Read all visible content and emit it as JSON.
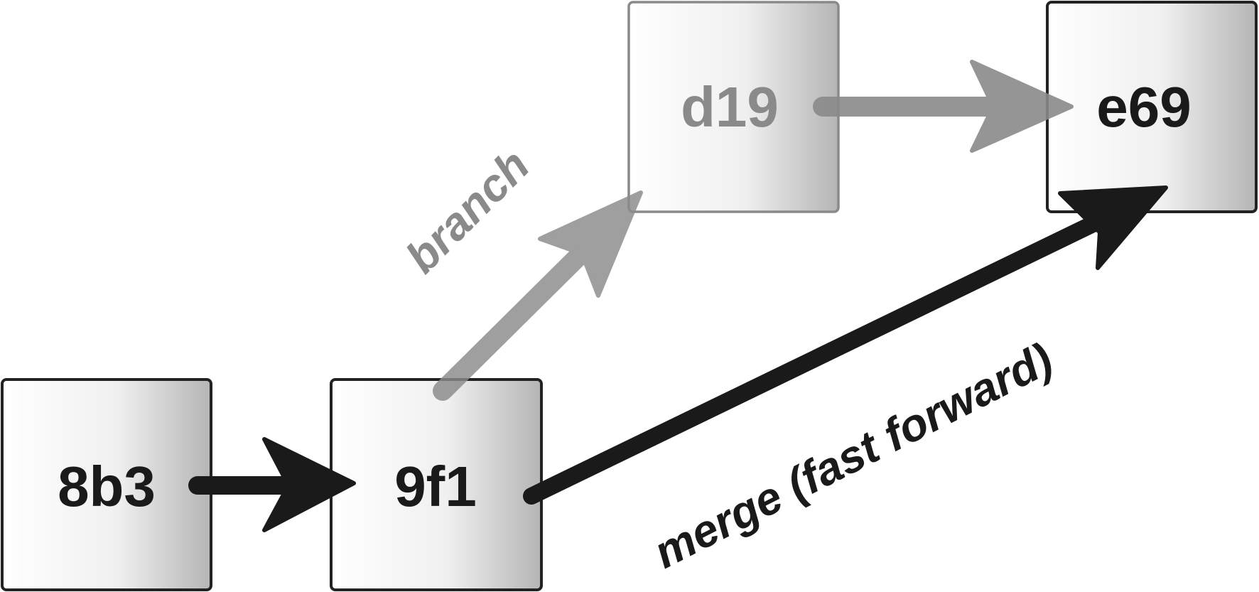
{
  "diagram": {
    "commits": [
      {
        "id": "c1",
        "label": "8b3",
        "muted": false
      },
      {
        "id": "c2",
        "label": "9f1",
        "muted": false
      },
      {
        "id": "c3",
        "label": "d19",
        "muted": true
      },
      {
        "id": "c4",
        "label": "e69",
        "muted": false
      }
    ],
    "edges": [
      {
        "from": "8b3",
        "to": "9f1",
        "label": ""
      },
      {
        "from": "9f1",
        "to": "d19",
        "label": "branch"
      },
      {
        "from": "d19",
        "to": "e69",
        "label": ""
      },
      {
        "from": "9f1",
        "to": "e69",
        "label": "merge (fast forward)"
      }
    ],
    "colors": {
      "primary": "#1a1a1a",
      "muted": "#8a8a8a",
      "box_border": "#222222",
      "box_border_muted": "#8a8a8a",
      "box_gradient_light": "#ffffff",
      "box_gradient_dark": "#b5b5b5"
    }
  }
}
